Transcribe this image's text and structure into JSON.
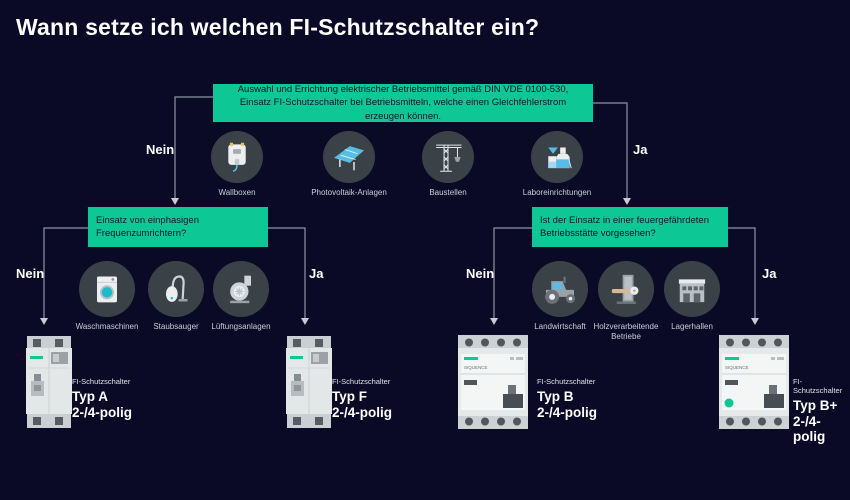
{
  "title": "Wann setze ich welchen FI-Schutzschalter ein?",
  "colors": {
    "bg": "#0a0a26",
    "teal": "#0dc795",
    "box_text": "#0b1330",
    "line": "#8d95a8",
    "arrow": "#c6ccd6",
    "circle": "#3b4247",
    "cyan": "#5bc0e8",
    "white": "#ffffff"
  },
  "root_box": {
    "text": "Auswahl und Errichtung elektrischer Betriebsmittel gemäß DIN VDE 0100-530, Einsatz FI-Schutzschalter bei Betriebsmitteln, welche einen Gleichfehlerstrom erzeugen können."
  },
  "decision_labels": {
    "nein": "Nein",
    "ja": "Ja"
  },
  "top_icons": [
    {
      "icon": "wallbox-icon",
      "label": "Wallboxen"
    },
    {
      "icon": "solar-panel-icon",
      "label": "Photovoltaik-Anlagen"
    },
    {
      "icon": "crane-icon",
      "label": "Baustellen"
    },
    {
      "icon": "lab-equipment-icon",
      "label": "Laboreinrichtungen"
    }
  ],
  "questions": {
    "left": {
      "text": "Einsatz von einphasigen Frequenzumrichtern?"
    },
    "right": {
      "text": "Ist der Einsatz in einer feuergefährdeten Betriebsstätte vorgesehen?"
    }
  },
  "left_icons": [
    {
      "icon": "washing-machine-icon",
      "label": "Waschmaschinen"
    },
    {
      "icon": "vacuum-cleaner-icon",
      "label": "Staubsauger"
    },
    {
      "icon": "ventilation-fan-icon",
      "label": "Lüftungsanlagen"
    }
  ],
  "right_icons": [
    {
      "icon": "tractor-icon",
      "label": "Landwirtschaft"
    },
    {
      "icon": "wood-saw-icon",
      "label": "Holzverarbeitende Betriebe"
    },
    {
      "icon": "warehouse-icon",
      "label": "Lagerhallen"
    }
  ],
  "products": [
    {
      "category": "FI-Schutzschalter",
      "type": "Typ A",
      "poles": "2-/4-polig"
    },
    {
      "category": "FI-Schutzschalter",
      "type": "Typ F",
      "poles": "2-/4-polig"
    },
    {
      "category": "FI-Schutzschalter",
      "type": "Typ B",
      "poles": "2-/4-polig",
      "brand": "SIQUENCE"
    },
    {
      "category": "FI-Schutzschalter",
      "type": "Typ B+",
      "poles": "2-/4-polig",
      "brand": "SIQUENCE"
    }
  ]
}
